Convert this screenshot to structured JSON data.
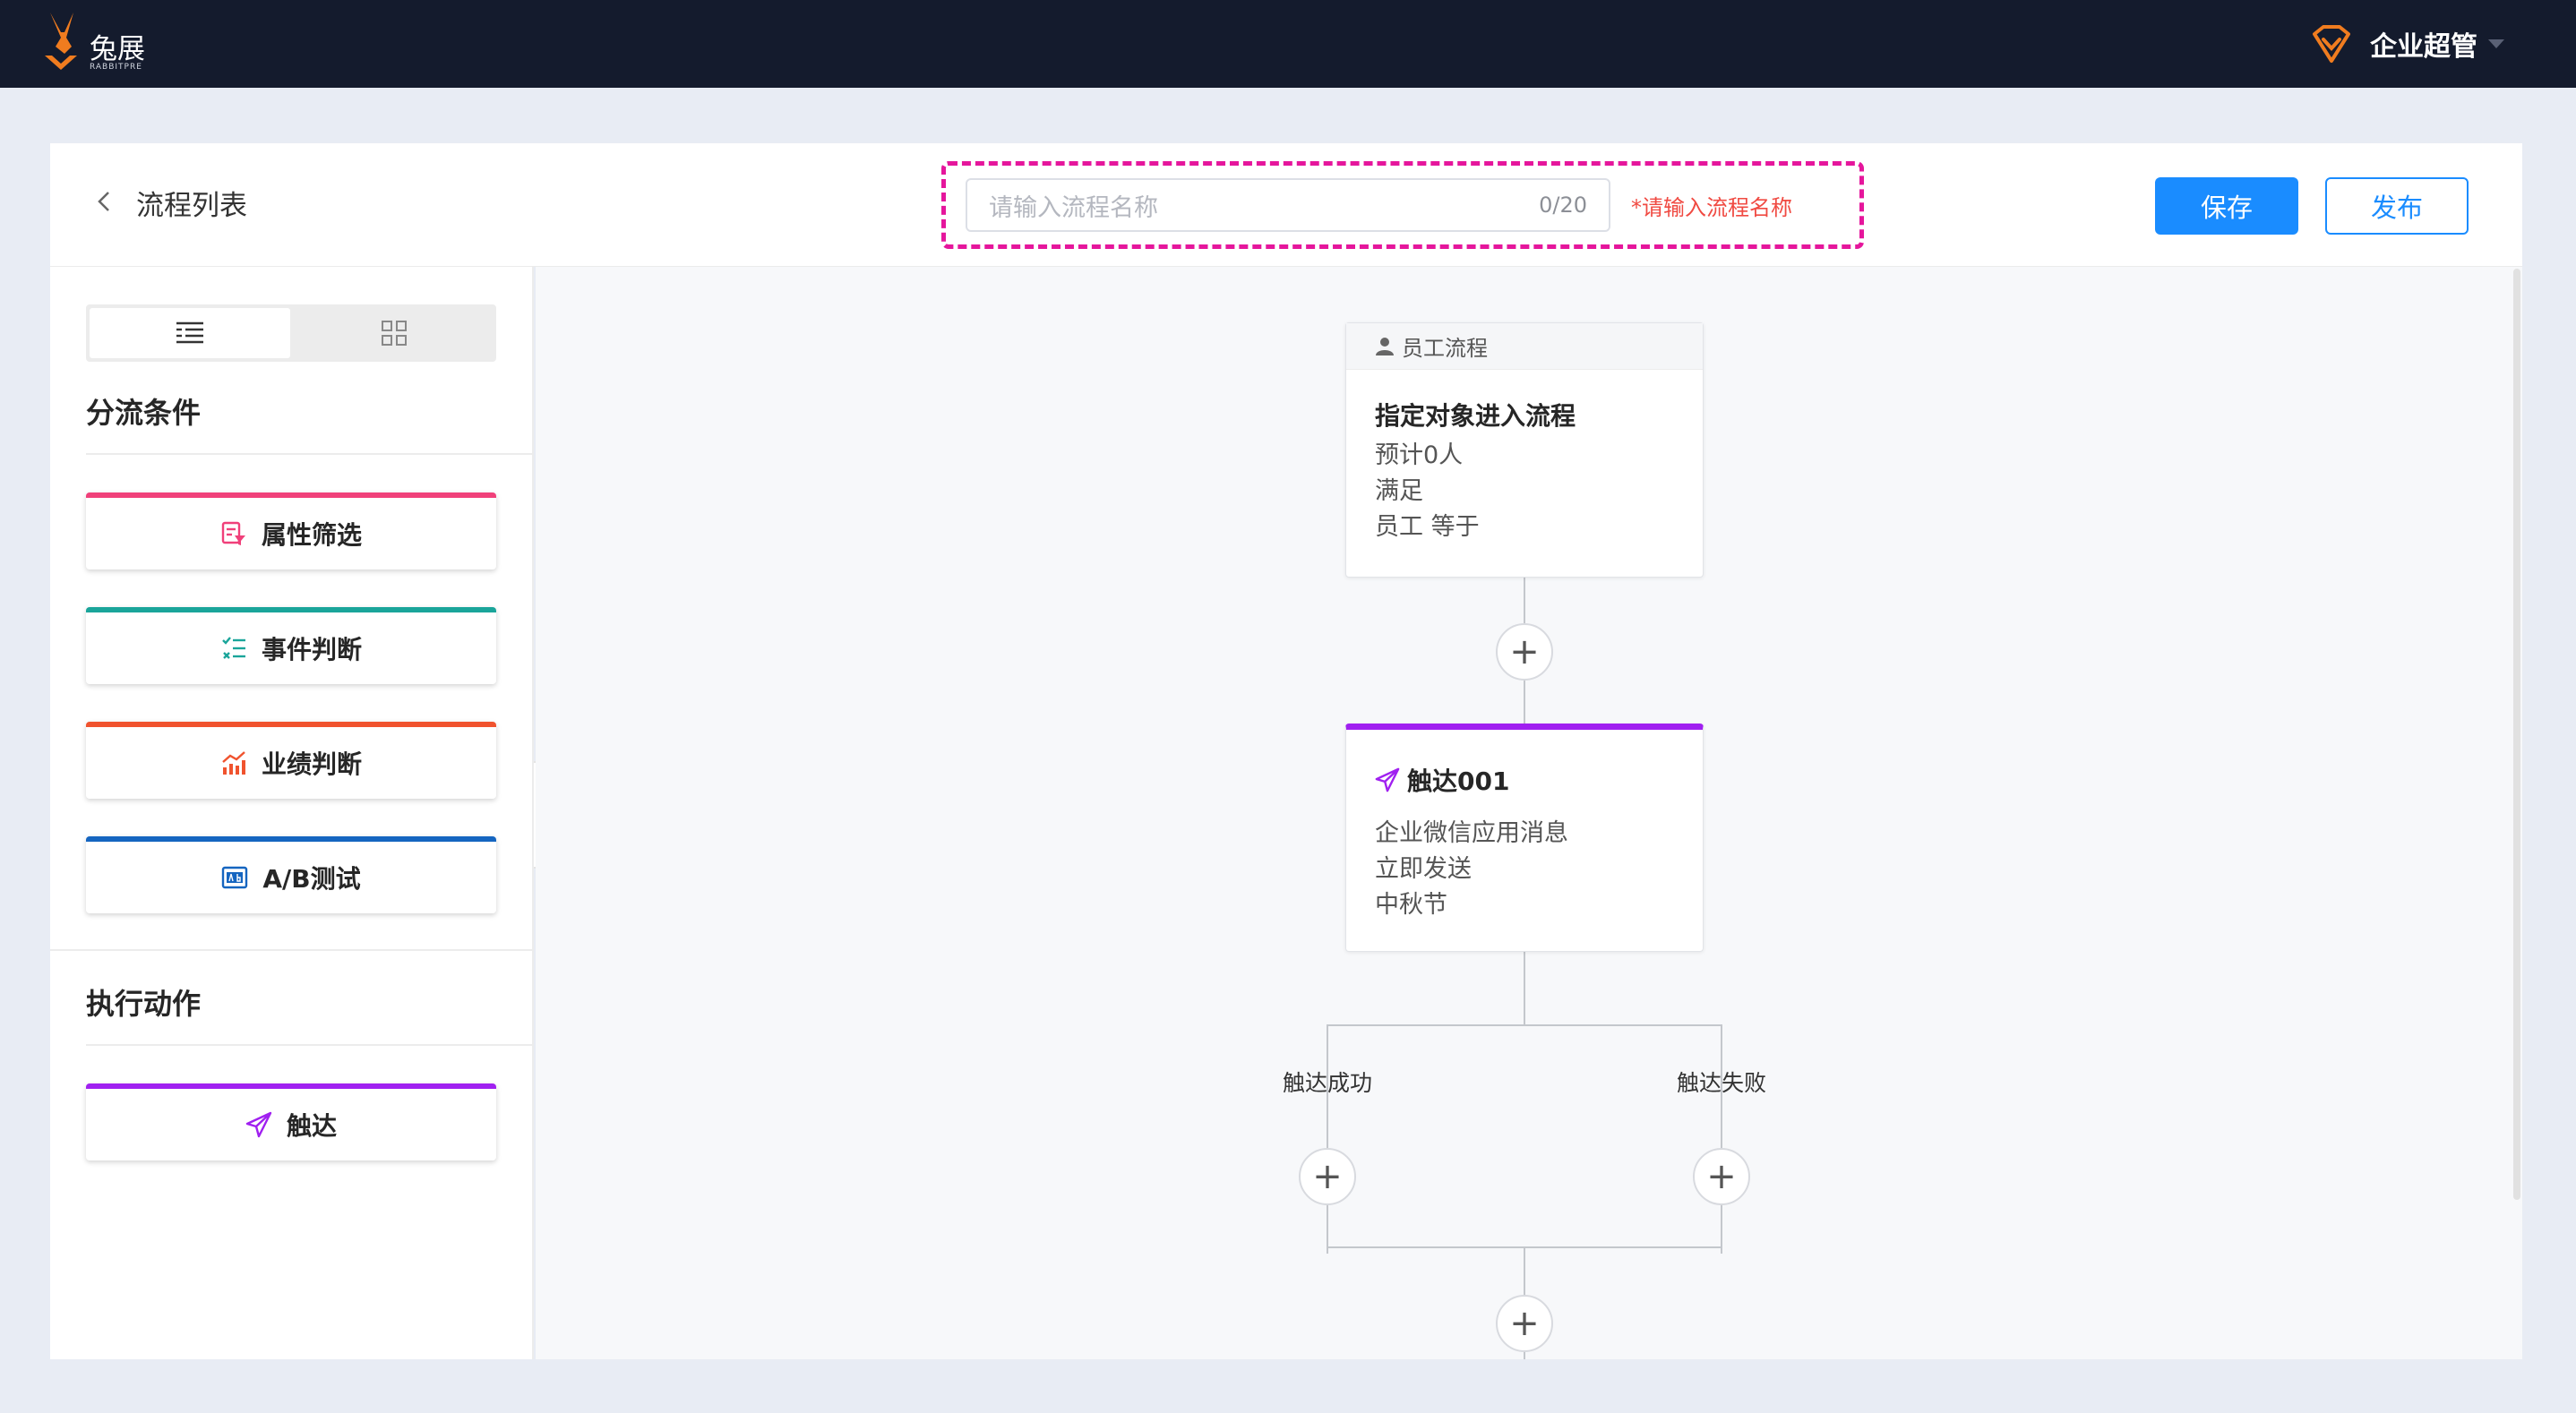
{
  "brand": {
    "name": "兔展",
    "subtitle": "RABBITPRE",
    "accent_color": "#f07c1f",
    "icon": "rabbit-logo-icon"
  },
  "account": {
    "name": "企业超管",
    "icon": "diamond-badge-icon"
  },
  "header": {
    "back_label": "流程列表",
    "name_input": {
      "placeholder": "请输入流程名称",
      "counter": "0/20",
      "error": "*请输入流程名称"
    },
    "save_label": "保存",
    "publish_label": "发布",
    "highlight_color": "#e5169c"
  },
  "sidebar": {
    "view_toggle": [
      {
        "icon": "list-view-icon",
        "active": true
      },
      {
        "icon": "grid-view-icon",
        "active": false
      }
    ],
    "conditions_title": "分流条件",
    "conditions": [
      {
        "label": "属性筛选",
        "icon": "attribute-filter-icon",
        "color": "#f0407a"
      },
      {
        "label": "事件判断",
        "icon": "event-check-icon",
        "color": "#1aa59a"
      },
      {
        "label": "业绩判断",
        "icon": "performance-chart-icon",
        "color": "#f0532e"
      },
      {
        "label": "A/B测试",
        "icon": "ab-test-icon",
        "color": "#1565c0"
      }
    ],
    "actions_title": "执行动作",
    "actions": [
      {
        "label": "触达",
        "icon": "paper-plane-icon",
        "color": "#a020f0"
      }
    ]
  },
  "flow": {
    "start_node": {
      "header": "员工流程",
      "title": "指定对象进入流程",
      "lines": [
        "预计0人",
        "满足",
        "员工 等于"
      ]
    },
    "touch_node": {
      "title": "触达001",
      "lines": [
        "企业微信应用消息",
        "立即发送",
        "中秋节"
      ],
      "color": "#a020f0"
    },
    "branches": [
      "触达成功",
      "触达失败"
    ]
  }
}
